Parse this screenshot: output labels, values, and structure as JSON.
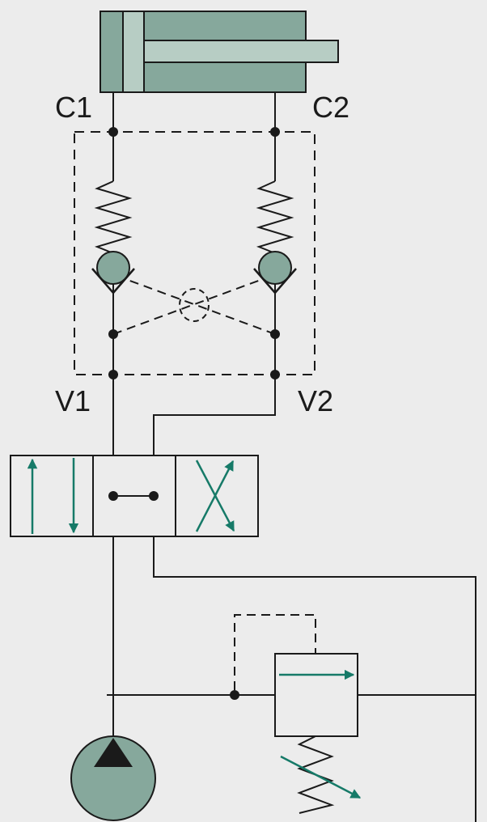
{
  "diagram": {
    "type": "hydraulic-schematic",
    "labels": {
      "c1": "C1",
      "c2": "C2",
      "v1": "V1",
      "v2": "V2"
    },
    "components": [
      "double-acting-cylinder",
      "dual-pilot-operated-check-valve",
      "3-position-directional-valve",
      "pressure-relief-valve",
      "hydraulic-pump"
    ],
    "colors": {
      "background": "#ececec",
      "component_fill": "#86a89c",
      "rod_fill": "#b7cdc4",
      "line": "#1a1a1a",
      "arrow": "#167a68"
    }
  }
}
